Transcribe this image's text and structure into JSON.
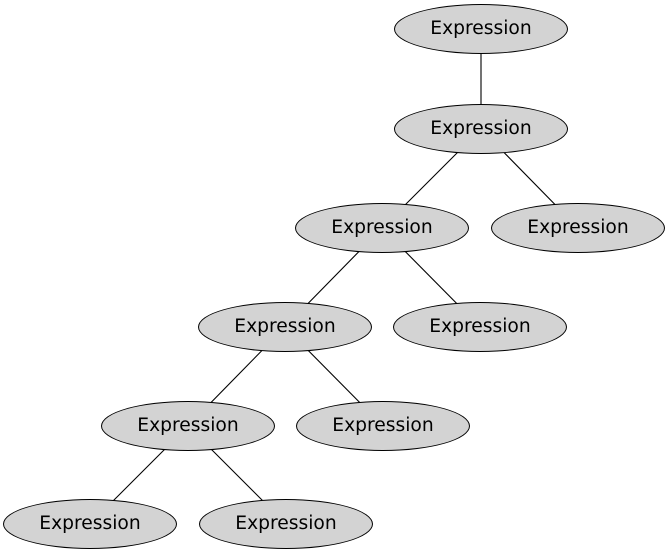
{
  "diagram": {
    "type": "tree-graph",
    "colors": {
      "background": "#ffffff",
      "node_fill": "#d3d3d3",
      "node_border": "#000000",
      "edge_color": "#000000",
      "text_color": "#000000"
    },
    "nodes": [
      {
        "id": "n1",
        "label": "Expression",
        "level": 1
      },
      {
        "id": "n2",
        "label": "Expression",
        "level": 2
      },
      {
        "id": "n3",
        "label": "Expression",
        "level": 3
      },
      {
        "id": "n4",
        "label": "Expression",
        "level": 3
      },
      {
        "id": "n5",
        "label": "Expression",
        "level": 4
      },
      {
        "id": "n6",
        "label": "Expression",
        "level": 4
      },
      {
        "id": "n7",
        "label": "Expression",
        "level": 5
      },
      {
        "id": "n8",
        "label": "Expression",
        "level": 5
      },
      {
        "id": "n9",
        "label": "Expression",
        "level": 6
      },
      {
        "id": "n10",
        "label": "Expression",
        "level": 6
      }
    ],
    "edges": [
      {
        "from": "n1",
        "to": "n2"
      },
      {
        "from": "n2",
        "to": "n3"
      },
      {
        "from": "n2",
        "to": "n4"
      },
      {
        "from": "n3",
        "to": "n5"
      },
      {
        "from": "n3",
        "to": "n6"
      },
      {
        "from": "n5",
        "to": "n7"
      },
      {
        "from": "n5",
        "to": "n8"
      },
      {
        "from": "n7",
        "to": "n9"
      },
      {
        "from": "n7",
        "to": "n10"
      }
    ]
  }
}
